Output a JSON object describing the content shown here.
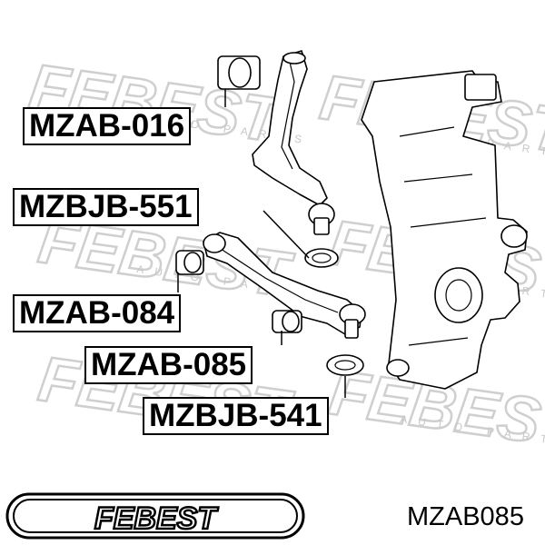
{
  "watermark": {
    "brand": "FEBEST",
    "sub": "AUTO PARTS"
  },
  "callouts": [
    {
      "label": "MZAB-016"
    },
    {
      "label": "MZBJB-551"
    },
    {
      "label": "MZAB-084"
    },
    {
      "label": "MZAB-085"
    },
    {
      "label": "MZBJB-541"
    }
  ],
  "footer": {
    "brand": "FEBEST",
    "part_number": "MZAB085"
  }
}
